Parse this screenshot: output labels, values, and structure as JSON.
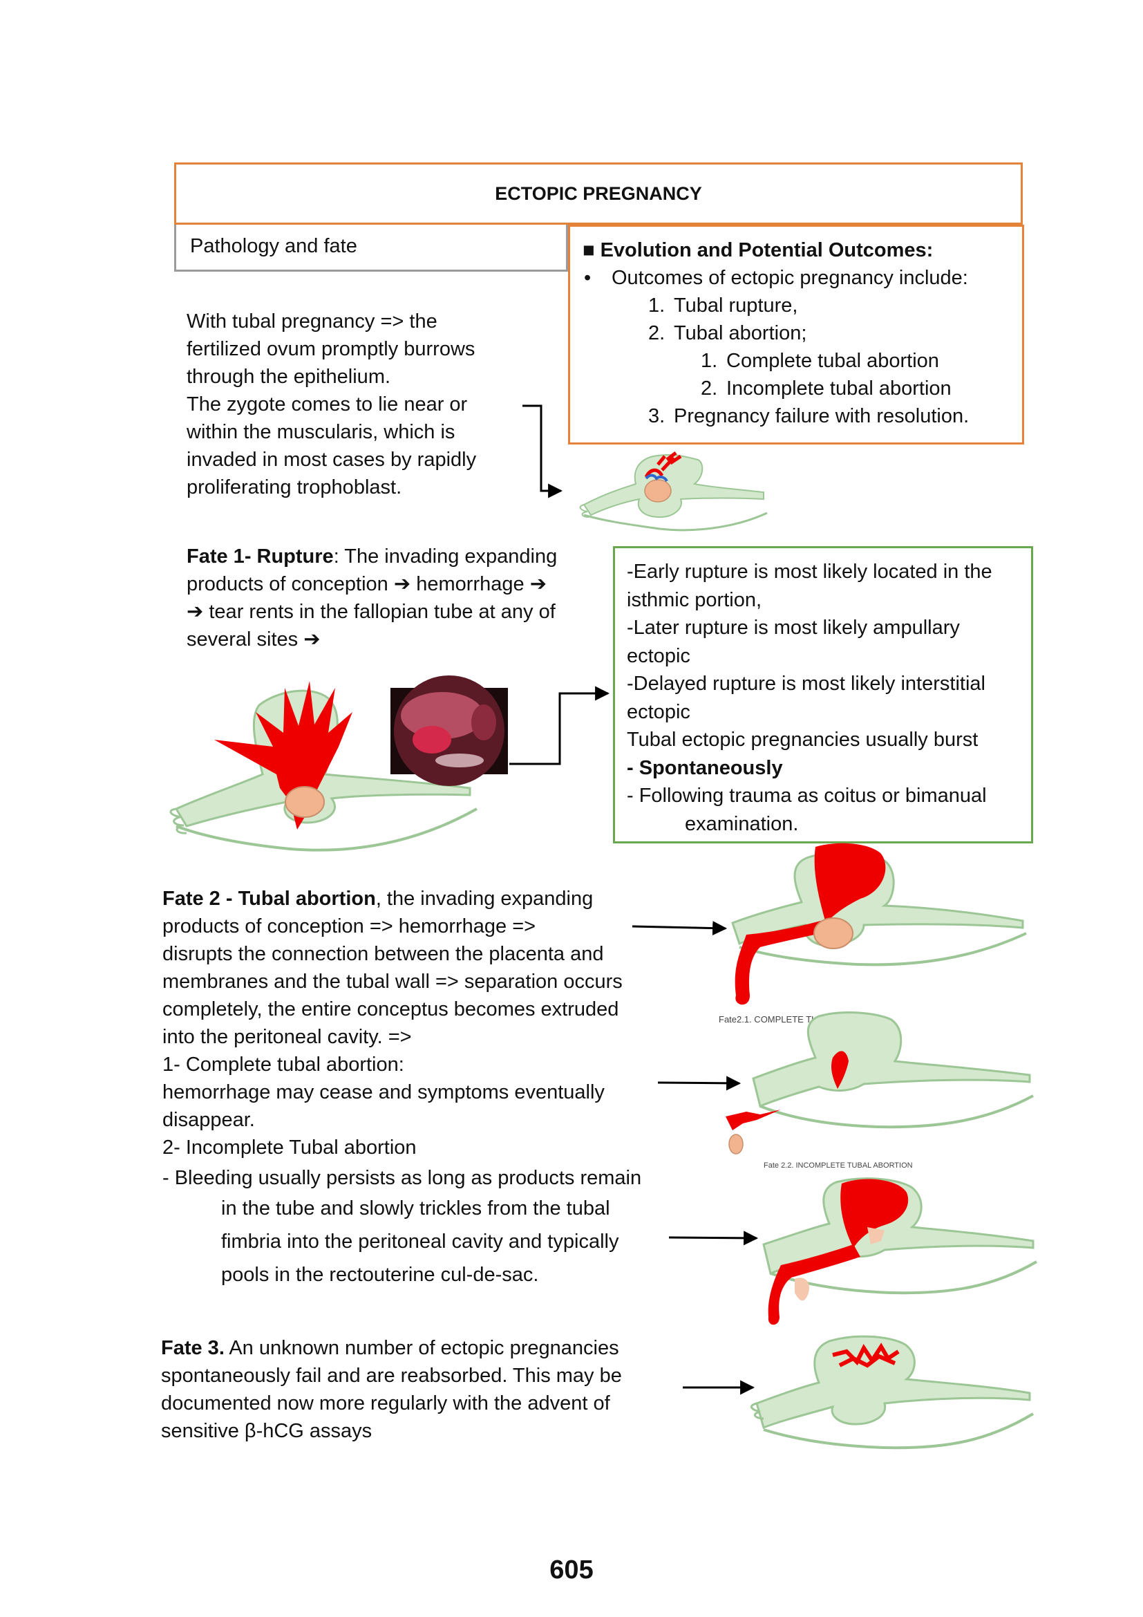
{
  "header": {
    "title": "ECTOPIC PREGNANCY"
  },
  "pathology": {
    "label": "Pathology and fate"
  },
  "evolution": {
    "heading": "■ Evolution and Potential Outcomes:",
    "bullet": "•",
    "intro": "Outcomes of ectopic pregnancy include:",
    "items": [
      {
        "num": "1.",
        "text": "Tubal rupture,"
      },
      {
        "num": "2.",
        "text": "Tubal abortion;"
      },
      {
        "num": "1.",
        "text": "Complete tubal abortion"
      },
      {
        "num": "2.",
        "text": "Incomplete tubal abortion"
      },
      {
        "num": "3.",
        "text": "Pregnancy failure with resolution."
      }
    ]
  },
  "intro_text": [
    "With tubal pregnancy => the",
    "fertilized ovum promptly burrows",
    "through the epithelium.",
    "The zygote comes to lie near or",
    "within the muscularis, which is",
    "invaded in most cases by rapidly",
    "proliferating trophoblast."
  ],
  "fate1": {
    "bold": "Fate 1- Rupture",
    "lines": [
      ": The invading expanding",
      "products of conception",
      "hemorrhage",
      "tear rents in the fallopian tube at any of",
      "several sites"
    ],
    "arrow": "➔"
  },
  "rupture_box": {
    "lines": [
      "-Early rupture is most likely located in the",
      "isthmic portion,",
      "-Later rupture is most likely ampullary",
      "ectopic",
      "-Delayed rupture is most likely interstitial",
      "ectopic",
      "Tubal ectopic pregnancies usually burst"
    ],
    "bold_line": "- Spontaneously",
    "trauma_1": "- Following trauma as coitus or bimanual",
    "trauma_2": "examination."
  },
  "fate2": {
    "bold": "Fate 2 - Tubal abortion",
    "lines": [
      ", the invading expanding",
      "products of conception => hemorrhage =>",
      "disrupts the connection between the placenta and",
      "membranes and the tubal wall => separation occurs",
      "completely, the entire conceptus becomes  extruded",
      "into the peritoneal cavity. =>",
      "1- Complete tubal abortion:",
      "hemorrhage may cease and symptoms eventually",
      "disappear.",
      "2- Incomplete Tubal abortion",
      "- Bleeding usually persists as long as products remain"
    ],
    "indent_lines": [
      "in the tube and slowly trickles from the tubal",
      "fimbria into the peritoneal cavity and typically",
      "pools in the rectouterine cul-de-sac."
    ],
    "caption_complete": "Fate2.1. COMPLETE TUBAL ABORTION",
    "caption_incomplete": "Fate 2.2. INCOMPLETE TUBAL ABORTION"
  },
  "fate3": {
    "bold": "Fate 3.",
    "lines": [
      " An unknown number of ectopic pregnancies",
      "spontaneously fail and are reabsorbed. This may be",
      "documented now more regularly with the advent of",
      "sensitive β-hCG assays"
    ]
  },
  "page": {
    "number": "605"
  },
  "colors": {
    "orange": "#e4823a",
    "green": "#6aa84f",
    "gray": "#9b9b9b",
    "red": "#ee0000",
    "tube_fill": "#d3e8cc",
    "ovum": "#f2b48e"
  }
}
